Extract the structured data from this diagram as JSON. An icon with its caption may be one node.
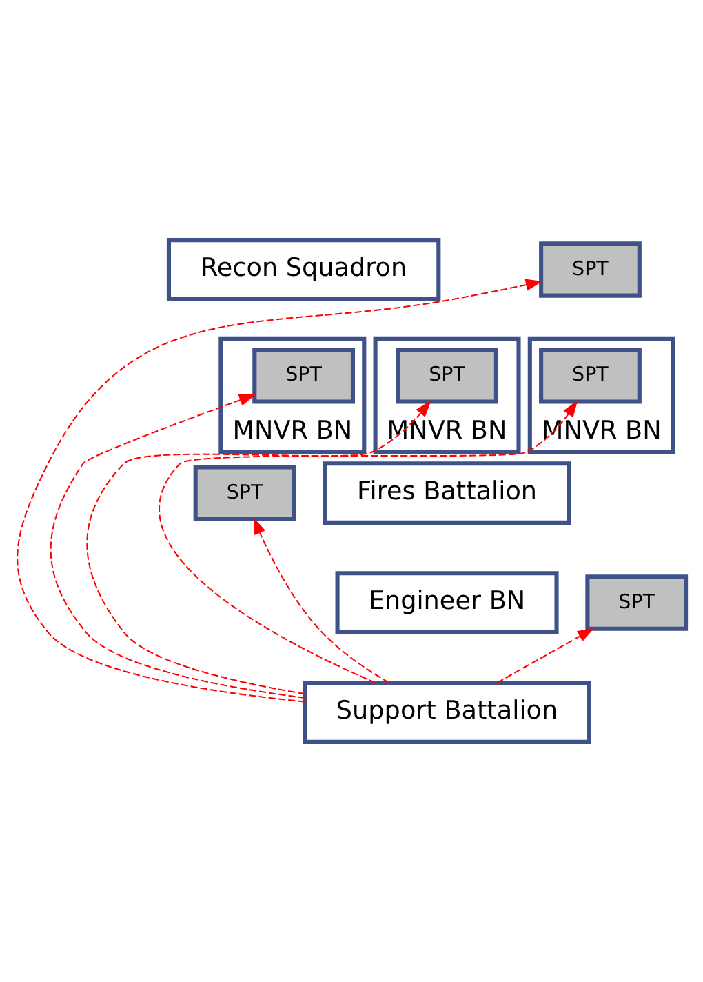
{
  "diagram": {
    "nodes": [
      {
        "text": [
          "Recon Squadron"
        ]
      },
      {
        "text": [
          "SPT"
        ]
      },
      {
        "text": [
          "MNVR BN"
        ]
      },
      {
        "text": [
          "SPT"
        ],
        "in": 2
      },
      {
        "text": [
          "MNVR BN"
        ]
      },
      {
        "text": [
          "SPT"
        ],
        "in": 4
      },
      {
        "text": [
          "MNVR BN"
        ]
      },
      {
        "text": [
          "SPT"
        ],
        "in": 6
      },
      {
        "text": [
          "Fires Battalion"
        ]
      },
      {
        "text": [
          "SPT"
        ]
      },
      {
        "text": [
          "Engineer BN"
        ]
      },
      {
        "text": [
          "SPT"
        ]
      },
      {
        "text": [
          "Support Battalion"
        ]
      }
    ],
    "edges": [
      {
        "from": 12,
        "to": 3,
        "arrow": "to",
        "style": "dashed",
        "color": "#ff0000"
      },
      {
        "from": 12,
        "to": 5,
        "arrow": "to",
        "style": "dashed",
        "color": "#ff0000"
      },
      {
        "from": 12,
        "to": 1,
        "arrow": "to",
        "style": "dashed",
        "color": "#ff0000"
      },
      {
        "from": 12,
        "to": 7,
        "arrow": "to",
        "style": "dashed",
        "color": "#ff0000"
      },
      {
        "from": 12,
        "to": 9,
        "arrow": "to",
        "style": "dashed",
        "color": "#ff0000"
      },
      {
        "from": 12,
        "to": 11,
        "arrow": "to",
        "style": "dashed",
        "color": "#ff0000"
      }
    ]
  }
}
